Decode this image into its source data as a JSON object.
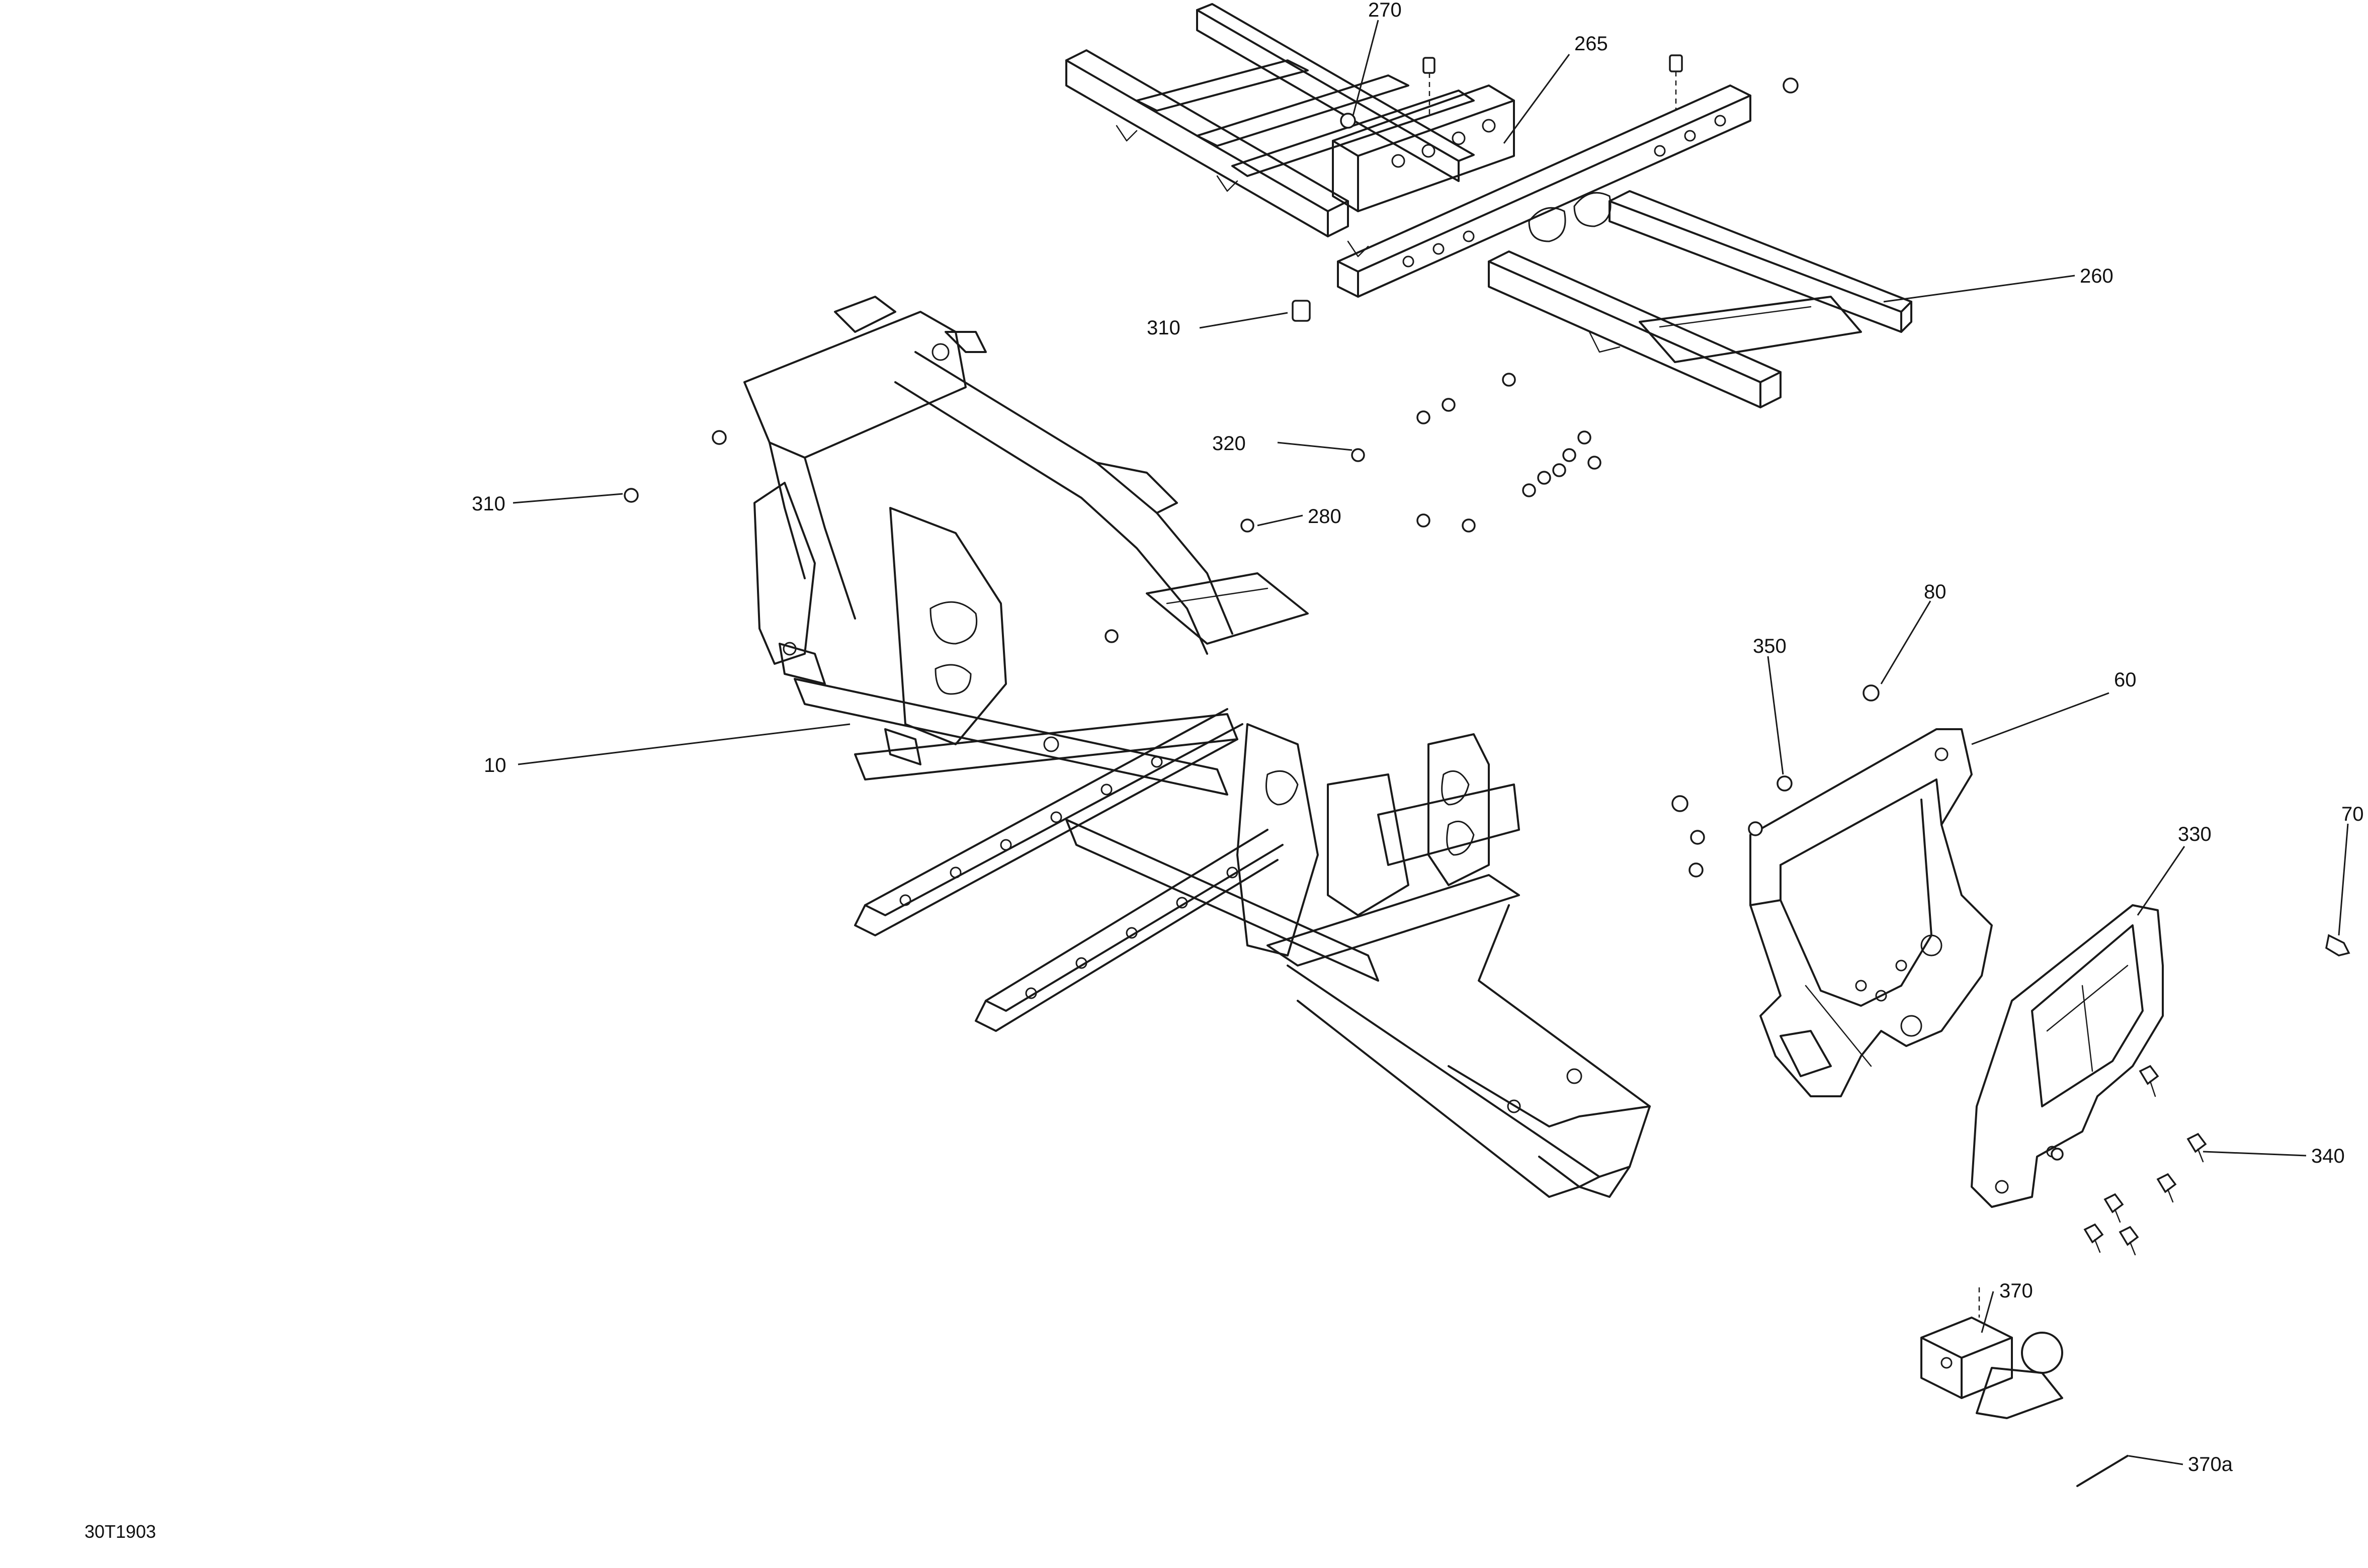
{
  "diagram_code": "30T1903",
  "callouts": {
    "c270": "270",
    "c265": "265",
    "c260": "260",
    "c310_top": "310",
    "c310_left": "310",
    "c320": "320",
    "c280": "280",
    "c10": "10",
    "c80": "80",
    "c350": "350",
    "c60": "60",
    "c330": "330",
    "c70": "70",
    "c340": "340",
    "c370": "370",
    "c370a": "370a"
  }
}
